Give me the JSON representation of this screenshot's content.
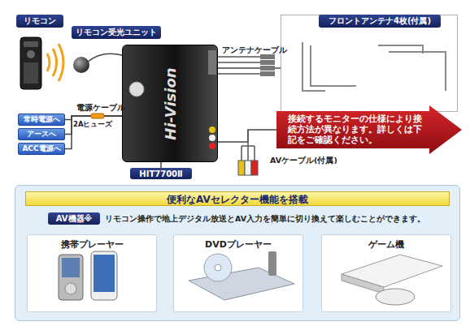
{
  "diagram": {
    "nodes": [
      {
        "text": [
          "リモコン"
        ]
      },
      {
        "text": [
          "リモコン受光ユニット"
        ]
      },
      {
        "text": [
          "フロントアンテナ4枚(付属)"
        ]
      },
      {
        "text": [
          "Hi-Vision"
        ]
      },
      {
        "text": [
          "HIT7700Ⅱ"
        ]
      },
      {
        "text": [
          "常時電源へ"
        ]
      },
      {
        "text": [
          "アースへ"
        ]
      },
      {
        "text": [
          "ACC電源へ"
        ]
      },
      {
        "text": [
          "接続するモニターの仕様により接続方法が異なります。詳しくは下記をご確認ください。"
        ]
      },
      {
        "text": [
          "便利なAVセレクター機能を搭載",
          "リモコン操作で地上デジタル放送とAV入力を簡単に切り換えて楽しむことができます。"
        ]
      },
      {
        "text": [
          "AV機器※"
        ],
        "in": 9
      },
      {
        "text": [
          "携帯プレーヤー"
        ],
        "in": 9
      },
      {
        "text": [
          "DVDプレーヤー"
        ],
        "in": 9
      },
      {
        "text": [
          "ゲーム機"
        ],
        "in": 9
      }
    ],
    "edges": [
      {
        "from": 3,
        "to": 2,
        "arrow": "none"
      },
      {
        "from": 3,
        "to": 5,
        "arrow": "none"
      },
      {
        "from": 3,
        "to": 6,
        "arrow": "none"
      },
      {
        "from": 3,
        "to": 7,
        "arrow": "none"
      },
      {
        "from": 3,
        "to": 8,
        "arrow": "none"
      },
      {
        "from": 4,
        "to": 3,
        "arrow": "none"
      }
    ],
    "labels": [
      "アンテナケーブル",
      "電源ケーブル",
      "2Aヒューズ",
      "AVケーブル(付属)"
    ]
  }
}
